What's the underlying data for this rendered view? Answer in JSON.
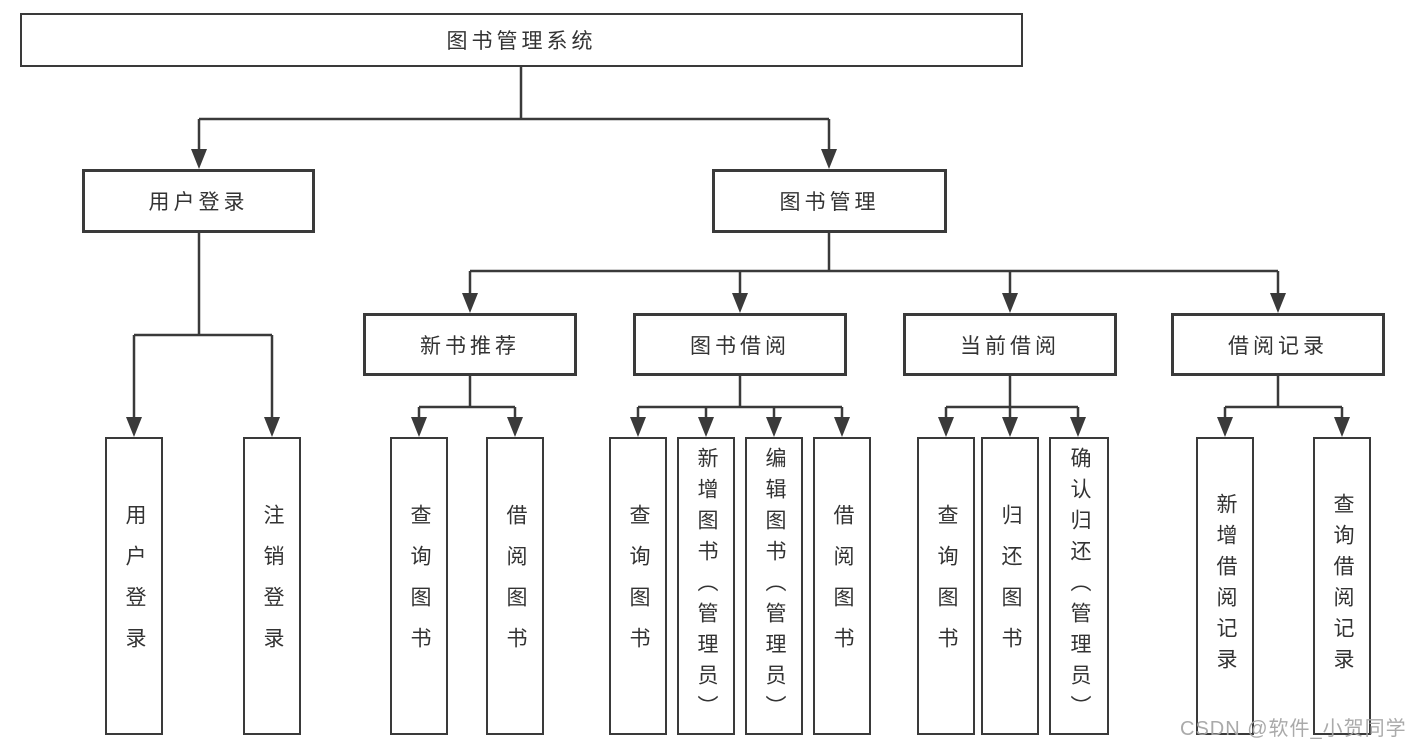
{
  "diagram": {
    "tree": {
      "root": {
        "label": "图书管理系统"
      },
      "branches": [
        {
          "label": "用户登录",
          "children": [
            {
              "label": "用户登录"
            },
            {
              "label": "注销登录"
            }
          ]
        },
        {
          "label": "图书管理",
          "children": [
            {
              "label": "新书推荐",
              "children": [
                {
                  "label": "查询图书"
                },
                {
                  "label": "借阅图书"
                }
              ]
            },
            {
              "label": "图书借阅",
              "children": [
                {
                  "label": "查询图书"
                },
                {
                  "label": "新增图书（管理员）"
                },
                {
                  "label": "编辑图书（管理员）"
                },
                {
                  "label": "借阅图书"
                }
              ]
            },
            {
              "label": "当前借阅",
              "children": [
                {
                  "label": "查询图书"
                },
                {
                  "label": "归还图书"
                },
                {
                  "label": "确认归还（管理员）"
                }
              ]
            },
            {
              "label": "借阅记录",
              "children": [
                {
                  "label": "新增借阅记录"
                },
                {
                  "label": "查询借阅记录"
                }
              ]
            }
          ]
        }
      ]
    },
    "colors": {
      "line": "#3a3a3a",
      "text": "#333333",
      "background": "#ffffff",
      "watermark": "#a5a5a5"
    }
  },
  "watermark": {
    "text": "CSDN @软件_小贺同学"
  }
}
